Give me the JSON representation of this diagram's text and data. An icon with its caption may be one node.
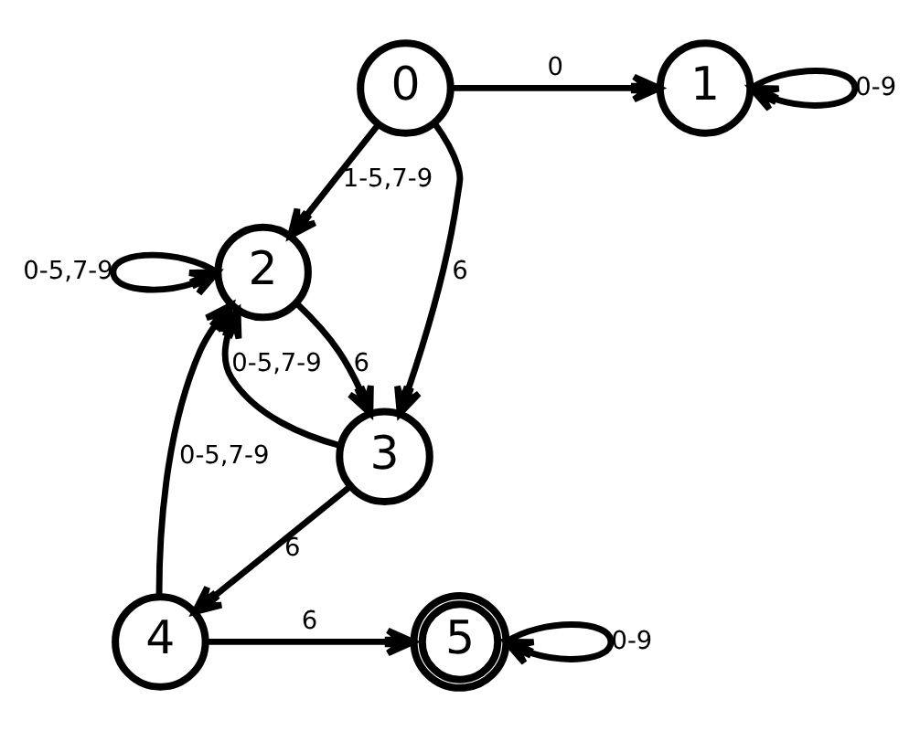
{
  "diagram": {
    "nodes": [
      {
        "text": [
          "0"
        ]
      },
      {
        "text": [
          "1"
        ]
      },
      {
        "text": [
          "2"
        ]
      },
      {
        "text": [
          "3"
        ]
      },
      {
        "text": [
          "4"
        ]
      },
      {
        "text": [
          "5"
        ]
      }
    ],
    "edges": [
      {
        "from": 0,
        "to": 1,
        "arrow": "to",
        "label": "0"
      },
      {
        "from": 1,
        "to": 1,
        "arrow": "to",
        "label": "0-9"
      },
      {
        "from": 0,
        "to": 2,
        "arrow": "to",
        "label": "1-5,7-9"
      },
      {
        "from": 0,
        "to": 3,
        "arrow": "to",
        "label": "6"
      },
      {
        "from": 2,
        "to": 2,
        "arrow": "to",
        "label": "0-5,7-9"
      },
      {
        "from": 3,
        "to": 2,
        "arrow": "to",
        "label": "0-5,7-9"
      },
      {
        "from": 2,
        "to": 3,
        "arrow": "to",
        "label": "6"
      },
      {
        "from": 3,
        "to": 4,
        "arrow": "to",
        "label": "6"
      },
      {
        "from": 4,
        "to": 2,
        "arrow": "to",
        "label": "0-5,7-9"
      },
      {
        "from": 4,
        "to": 5,
        "arrow": "to",
        "label": "6"
      },
      {
        "from": 5,
        "to": 5,
        "arrow": "to",
        "label": "0-9"
      }
    ]
  }
}
